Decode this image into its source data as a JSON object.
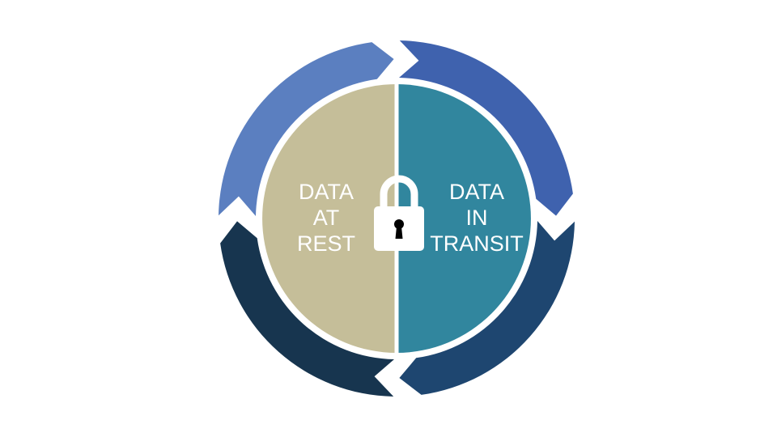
{
  "diagram": {
    "left_half": {
      "lines": [
        "DATA",
        "AT",
        "REST"
      ]
    },
    "right_half": {
      "lines": [
        "DATA",
        "IN",
        "TRANSIT"
      ]
    },
    "center_icon": "lock-icon"
  },
  "colors": {
    "background": "#ffffff",
    "rest_fill": "#c5be99",
    "transit_fill": "#31869e",
    "arc_top_left": "#5b7fc0",
    "arc_top_right": "#3f62ae",
    "arc_bottom_right": "#1e4670",
    "arc_bottom_left": "#17354f",
    "lock": "#ffffff",
    "keyhole": "#000000"
  }
}
